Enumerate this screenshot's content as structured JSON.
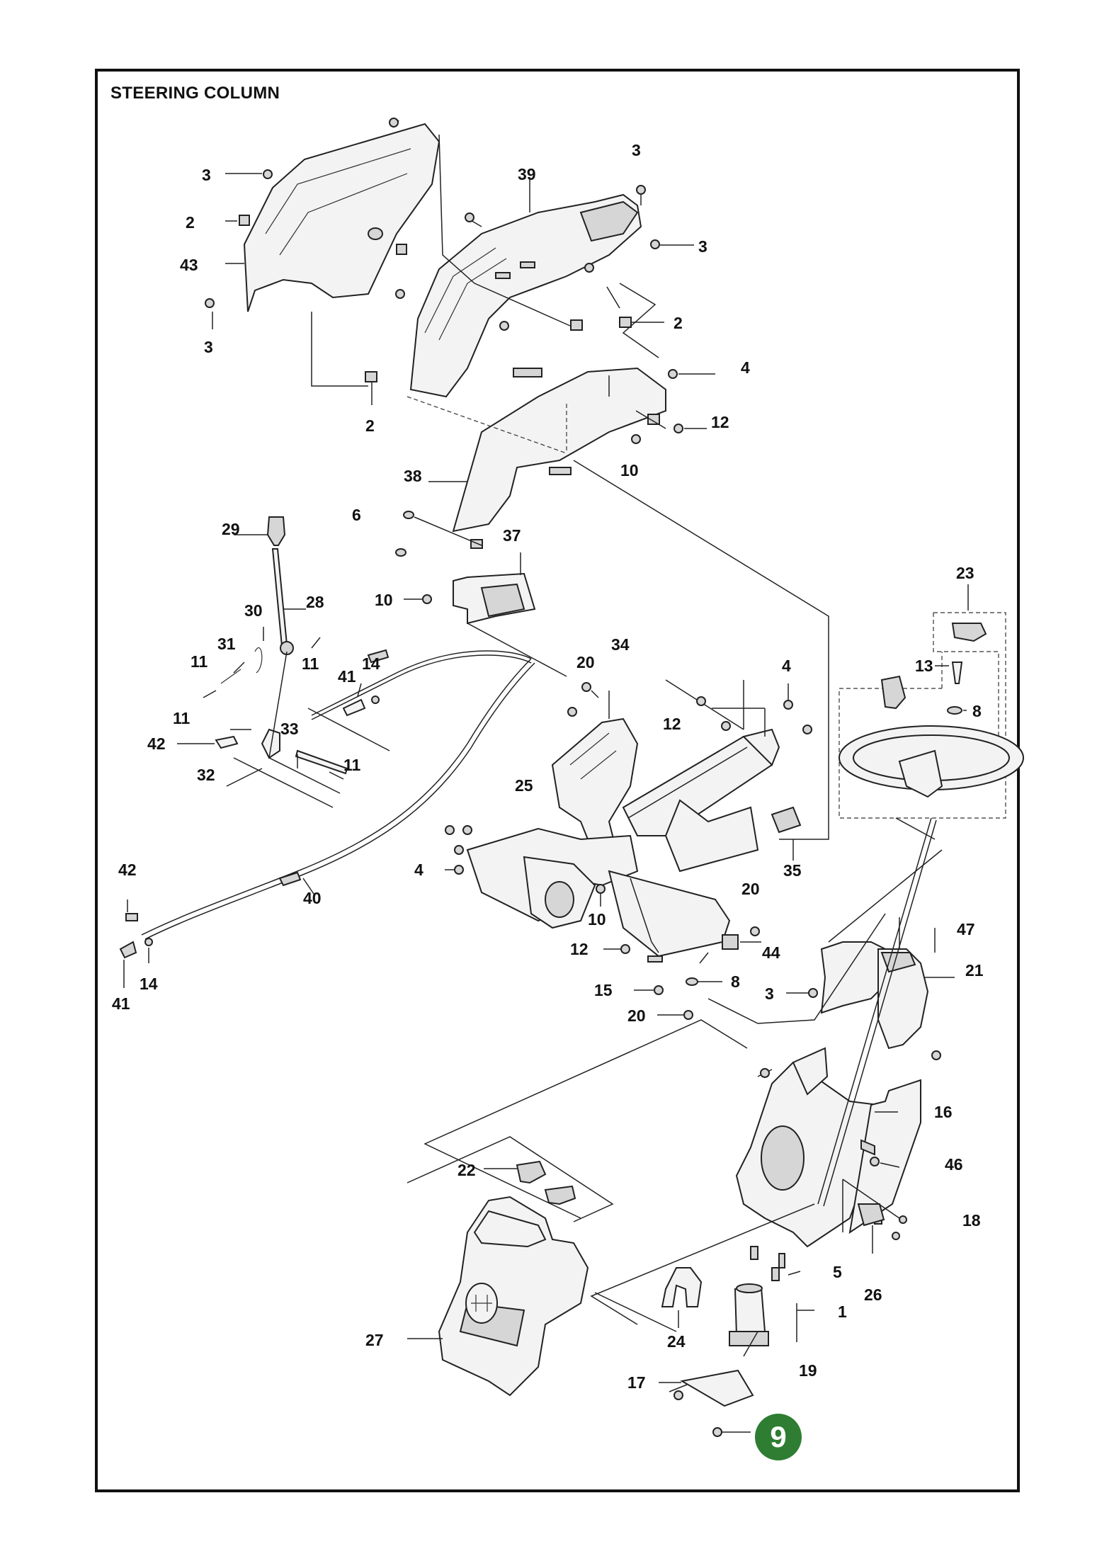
{
  "title": "STEERING COLUMN",
  "page_number": "9",
  "colors": {
    "badge": "#2e7d32",
    "frame": "#111111"
  },
  "callouts": [
    {
      "id": "c1",
      "text": "3"
    },
    {
      "id": "c2",
      "text": "2"
    },
    {
      "id": "c3",
      "text": "43"
    },
    {
      "id": "c4",
      "text": "3"
    },
    {
      "id": "c5",
      "text": "2"
    },
    {
      "id": "c6",
      "text": "39"
    },
    {
      "id": "c7",
      "text": "3"
    },
    {
      "id": "c8",
      "text": "3"
    },
    {
      "id": "c9",
      "text": "2"
    },
    {
      "id": "c10",
      "text": "4"
    },
    {
      "id": "c11",
      "text": "12"
    },
    {
      "id": "c12",
      "text": "10"
    },
    {
      "id": "c13",
      "text": "38"
    },
    {
      "id": "c14",
      "text": "6"
    },
    {
      "id": "c15",
      "text": "37"
    },
    {
      "id": "c16",
      "text": "29"
    },
    {
      "id": "c17",
      "text": "28"
    },
    {
      "id": "c18",
      "text": "10"
    },
    {
      "id": "c19",
      "text": "30"
    },
    {
      "id": "c20",
      "text": "31"
    },
    {
      "id": "c21",
      "text": "11"
    },
    {
      "id": "c22",
      "text": "11"
    },
    {
      "id": "c23",
      "text": "41"
    },
    {
      "id": "c24",
      "text": "14"
    },
    {
      "id": "c25",
      "text": "11"
    },
    {
      "id": "c26",
      "text": "33"
    },
    {
      "id": "c27",
      "text": "42"
    },
    {
      "id": "c28",
      "text": "32"
    },
    {
      "id": "c29",
      "text": "11"
    },
    {
      "id": "c30",
      "text": "34"
    },
    {
      "id": "c31",
      "text": "20"
    },
    {
      "id": "c32",
      "text": "4"
    },
    {
      "id": "c33",
      "text": "12"
    },
    {
      "id": "c34",
      "text": "25"
    },
    {
      "id": "c35",
      "text": "23"
    },
    {
      "id": "c36",
      "text": "13"
    },
    {
      "id": "c37",
      "text": "8"
    },
    {
      "id": "c38",
      "text": "35"
    },
    {
      "id": "c39",
      "text": "4"
    },
    {
      "id": "c40",
      "text": "40"
    },
    {
      "id": "c41",
      "text": "42"
    },
    {
      "id": "c42",
      "text": "41"
    },
    {
      "id": "c43",
      "text": "14"
    },
    {
      "id": "c44",
      "text": "20"
    },
    {
      "id": "c45",
      "text": "10"
    },
    {
      "id": "c46",
      "text": "12"
    },
    {
      "id": "c47",
      "text": "44"
    },
    {
      "id": "c48",
      "text": "47"
    },
    {
      "id": "c49",
      "text": "21"
    },
    {
      "id": "c50",
      "text": "15"
    },
    {
      "id": "c51",
      "text": "8"
    },
    {
      "id": "c52",
      "text": "3"
    },
    {
      "id": "c53",
      "text": "20"
    },
    {
      "id": "c54",
      "text": "16"
    },
    {
      "id": "c55",
      "text": "46"
    },
    {
      "id": "c56",
      "text": "22"
    },
    {
      "id": "c57",
      "text": "18"
    },
    {
      "id": "c58",
      "text": "5"
    },
    {
      "id": "c59",
      "text": "26"
    },
    {
      "id": "c60",
      "text": "1"
    },
    {
      "id": "c61",
      "text": "24"
    },
    {
      "id": "c62",
      "text": "27"
    },
    {
      "id": "c63",
      "text": "19"
    },
    {
      "id": "c64",
      "text": "17"
    }
  ]
}
